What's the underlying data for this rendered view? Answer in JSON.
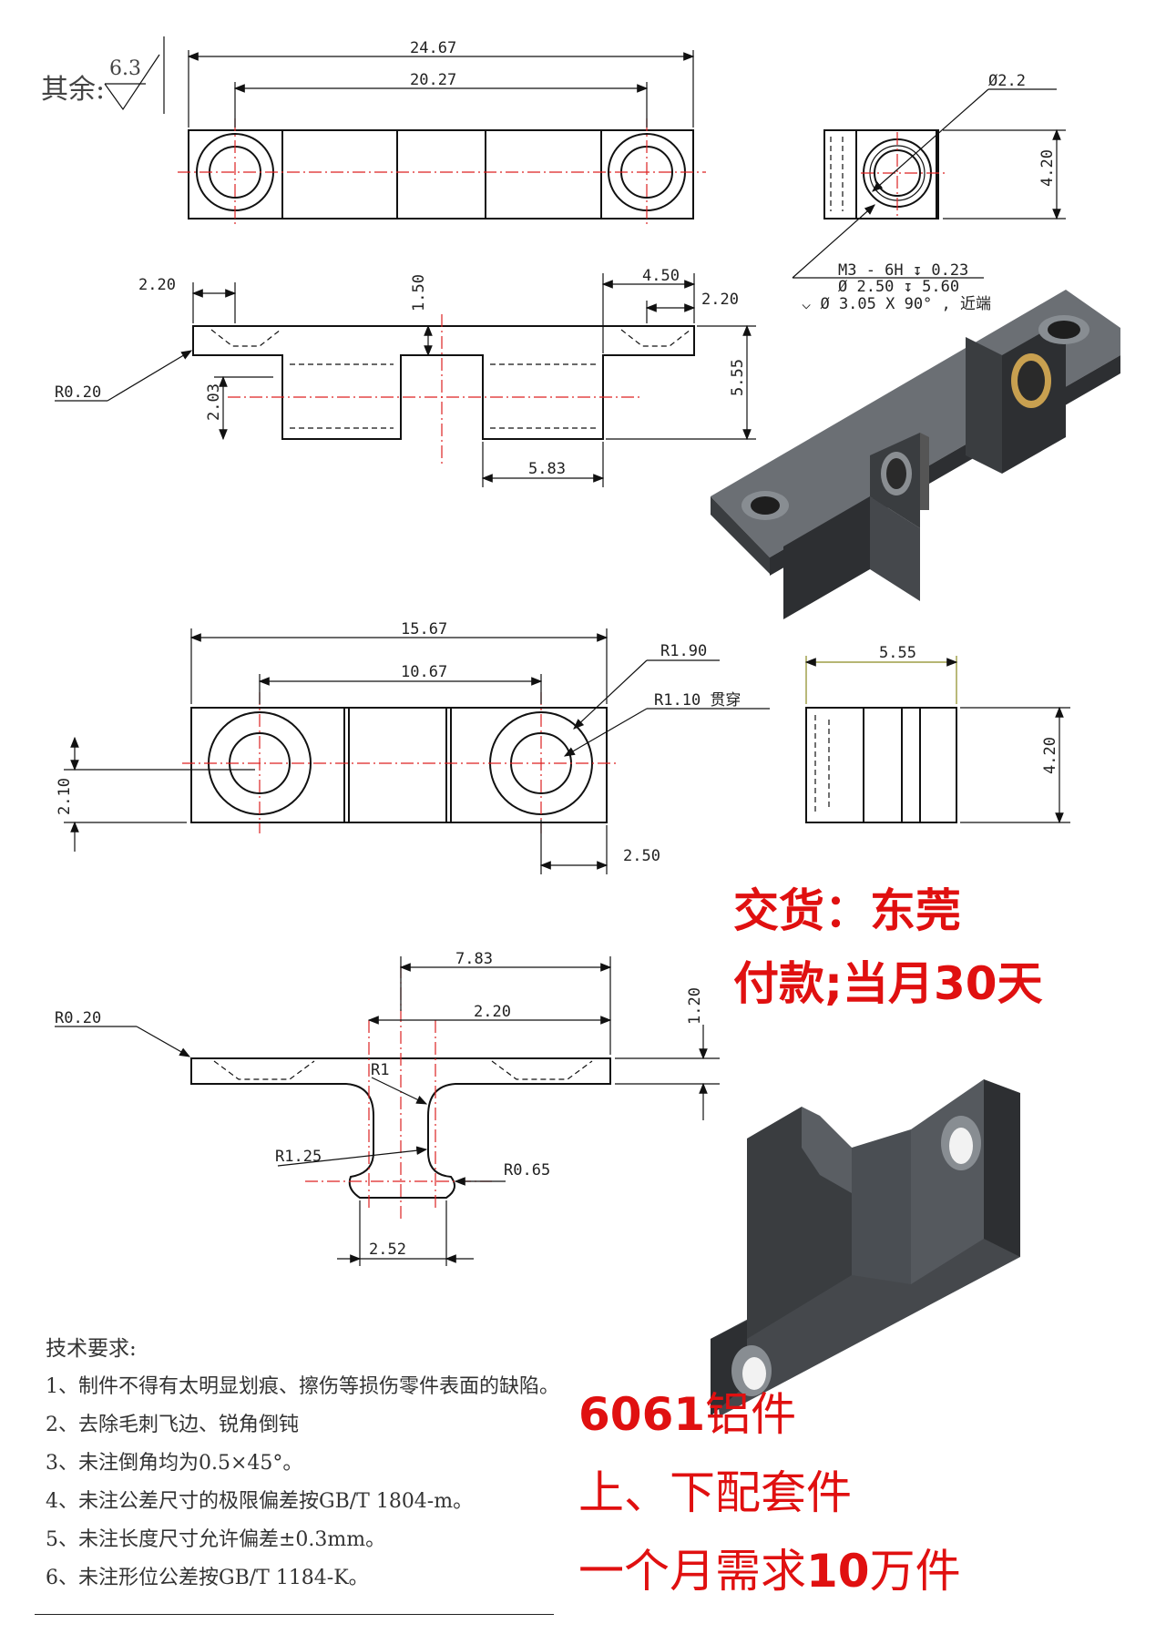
{
  "roughness": {
    "label": "其余:",
    "value": "6.3"
  },
  "view1": {
    "dim_overall": "24.67",
    "dim_holes": "20.27",
    "hole_dia": "Ø2.2",
    "height": "4.20"
  },
  "thread_note": {
    "line1": "M3 - 6H ↧ 0.23",
    "line2": "Ø 2.50 ↧ 5.60",
    "line3": "⌵ Ø 3.05 X 90° , 近端"
  },
  "view2": {
    "d1": "2.20",
    "d2": "1.50",
    "d3": "4.50",
    "d4": "2.20",
    "d5": "5.55",
    "d6": "2.03",
    "d7": "5.83",
    "radius": "R0.20"
  },
  "view3": {
    "dim_overall": "15.67",
    "dim_holes": "10.67",
    "r_outer": "R1.90",
    "r_inner": "R1.10 贯穿",
    "height": "2.10",
    "edge": "2.50"
  },
  "view4": {
    "width": "5.55",
    "height": "4.20"
  },
  "view5": {
    "d1": "7.83",
    "d2": "2.20",
    "d3": "1.20",
    "r1": "R0.20",
    "r2": "R1",
    "r3": "R1.25",
    "r4": "R0.65",
    "d4": "2.52"
  },
  "delivery": {
    "line1": "交货：东莞",
    "line2": "付款;当月30天"
  },
  "requirements": {
    "title": "技术要求:",
    "items": [
      "1、制件不得有太明显划痕、擦伤等损伤零件表面的缺陷。",
      "2、去除毛刺飞边、锐角倒钝",
      "3、未注倒角均为0.5×45°。",
      "4、未注公差尺寸的极限偏差按GB/T 1804-m。",
      "5、未注长度尺寸允许偏差±0.3mm。",
      "6、未注形位公差按GB/T 1184-K。"
    ]
  },
  "promo": {
    "material_num": "6061",
    "material_txt": "铝件",
    "line2": "上、下配套件",
    "line3_a": "一个月需求",
    "line3_num": "10",
    "line3_b": "万件"
  },
  "colors": {
    "red": "#e01010",
    "part": "#3a3d40",
    "part_light": "#6b6f74",
    "brass": "#c8a050"
  }
}
